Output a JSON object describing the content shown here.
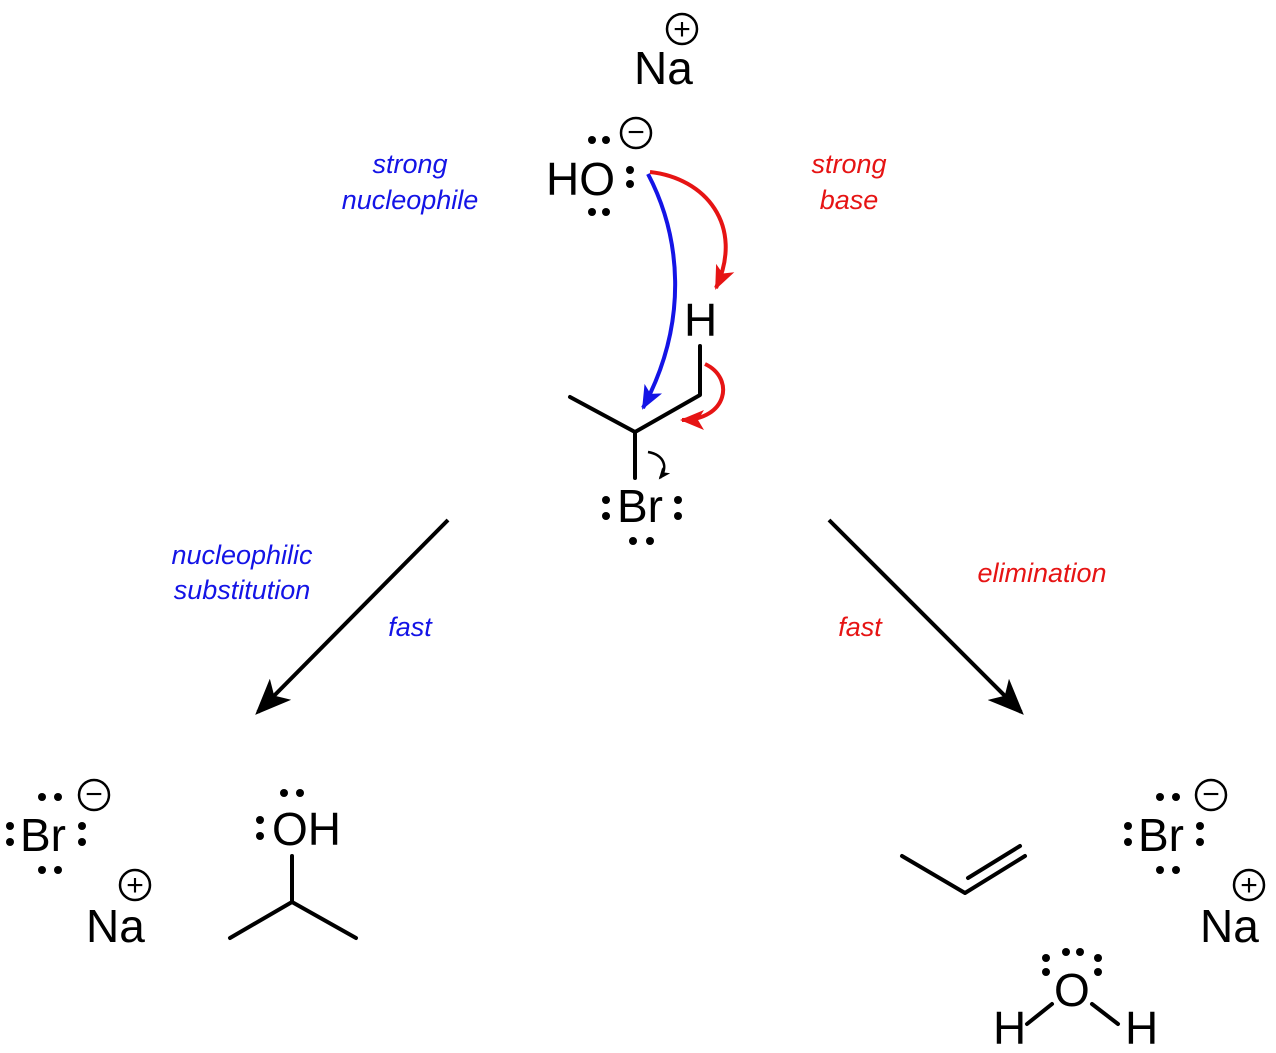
{
  "colors": {
    "nucleophile": "#1414E6",
    "base": "#E61414",
    "ink": "#000000"
  },
  "labels": {
    "nucleophile_line1": "strong",
    "nucleophile_line2": "nucleophile",
    "base_line1": "strong",
    "base_line2": "base",
    "substitution_line1": "nucleophilic",
    "substitution_line2": "substitution",
    "elimination": "elimination",
    "fast_left": "fast",
    "fast_right": "fast"
  },
  "atoms": {
    "na_top": "Na",
    "ho_top": "HO",
    "h_top": "H",
    "br_center": "Br",
    "br_left": "Br",
    "na_left": "Na",
    "oh_product": "OH",
    "br_right": "Br",
    "na_right": "Na",
    "water_o": "O",
    "water_h1": "H",
    "water_h2": "H"
  },
  "charges": {
    "plus": "+",
    "minus": "−"
  }
}
